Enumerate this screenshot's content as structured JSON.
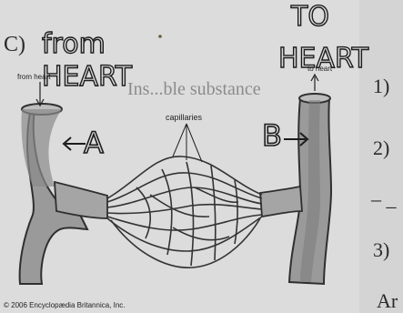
{
  "question": {
    "label": "C)"
  },
  "labels": {
    "from_heart_small": "from heart",
    "to_heart_small": "to heart",
    "capillaries": "capillaries",
    "copyright": "© 2006 Encyclopædia Britannica, Inc."
  },
  "handwriting": {
    "from_heart_top": "from",
    "from_heart_bottom": "HEART",
    "to_heart_top": "TO",
    "to_heart_bottom": "HEART",
    "vessel_a": "A",
    "vessel_b": "B"
  },
  "side_text": {
    "partial_heading": "Ins...ble substance",
    "item_1": "1)",
    "item_2": "2)",
    "item_3": "3)",
    "dash_line": "– _",
    "partial_bottom": "Ar"
  },
  "colors": {
    "background": "#dcdcdc",
    "vessel_fill": "#9a9a9a",
    "vessel_dark": "#3a3a3a",
    "ink": "#1c1c1c"
  }
}
